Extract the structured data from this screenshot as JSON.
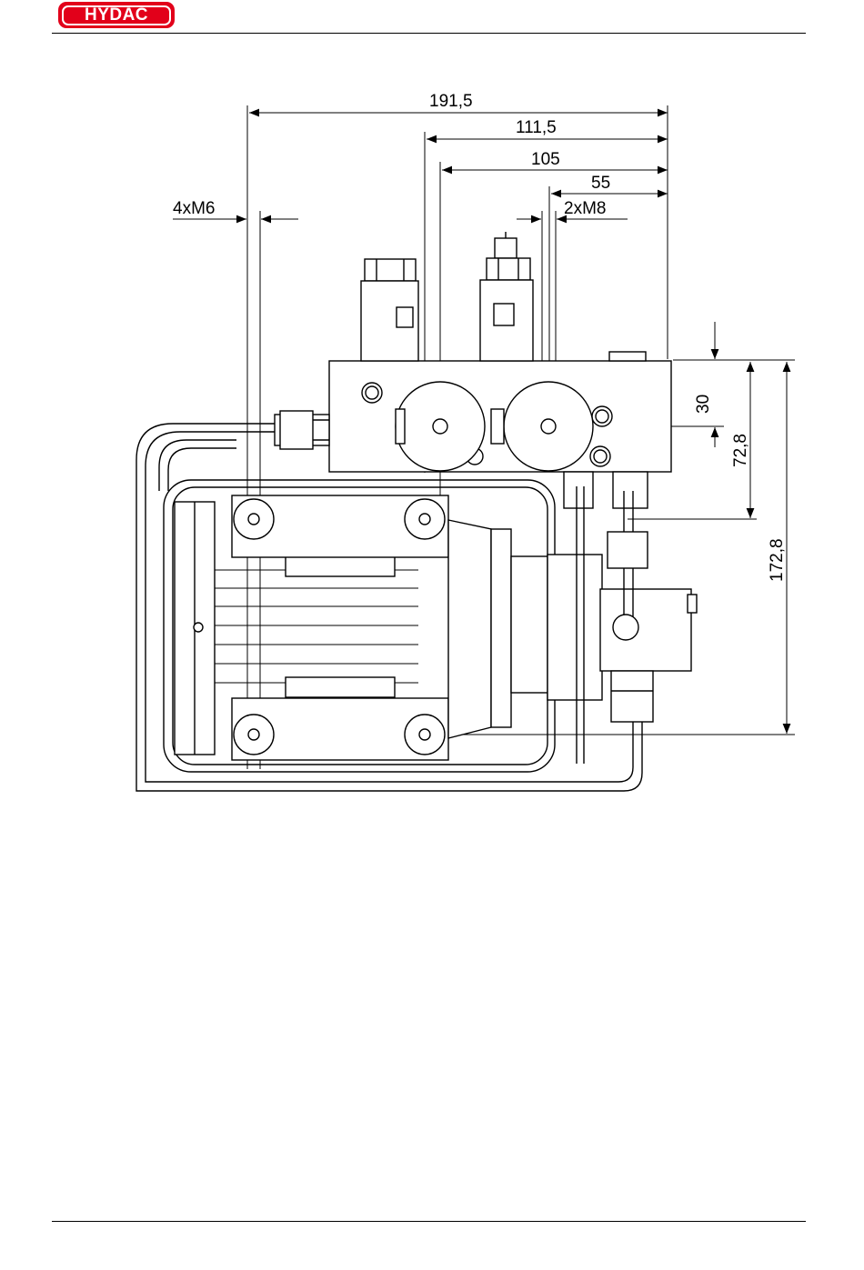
{
  "header": {
    "logo_text": "HYDAC"
  },
  "drawing": {
    "dimensions": {
      "d_191_5": "191,5",
      "d_111_5": "111,5",
      "d_105": "105",
      "d_55": "55",
      "thread_m6": "4xM6",
      "thread_m8": "2xM8",
      "d_30": "30",
      "d_72_8": "72,8",
      "d_172_8": "172,8"
    }
  },
  "colors": {
    "brand": "#e2001a",
    "line": "#000000"
  },
  "icons": {
    "logo": "hydac-logo"
  }
}
